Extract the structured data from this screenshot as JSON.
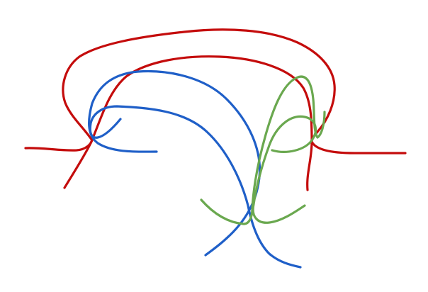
{
  "colors": {
    "background": "#ffffff",
    "red": "#c40c0c",
    "blue": "#1f5fc8",
    "green": "#6aa84f"
  },
  "curves": [
    {
      "name": "red-strand",
      "color_key": "red"
    },
    {
      "name": "blue-strand",
      "color_key": "blue"
    },
    {
      "name": "green-strand",
      "color_key": "green"
    }
  ]
}
